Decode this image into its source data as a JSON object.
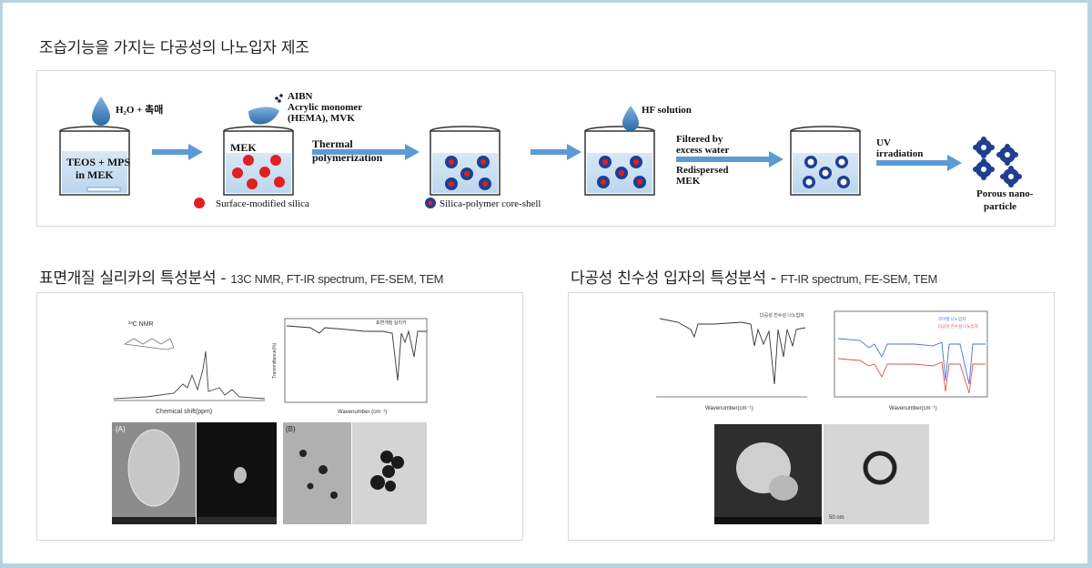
{
  "title": "조습기능을 가지는 다공성의 나노입자 제조",
  "process": {
    "step1_top": "H₂O + 촉매",
    "step1_label": "TEOS + MPS in MEK",
    "step1_label_a": "TEOS + MPS",
    "step1_label_b": "in MEK",
    "step2_top_1": "AIBN",
    "step2_top_2": "Acrylic monomer",
    "step2_top_3": "(HEMA), MVK",
    "step2_label": "MEK",
    "arrow2_label_1": "Thermal",
    "arrow2_label_2": "polymerization",
    "step4_top": "HF solution",
    "arrow4_label_1": "Filtered by",
    "arrow4_label_2": "excess water",
    "arrow4_label_3": "Redispersed",
    "arrow4_label_4": "MEK",
    "arrow5_label_1": "UV",
    "arrow5_label_2": "irradiation",
    "final_label_1": "Porous nano-",
    "final_label_2": "particle",
    "legend_1": "Surface-modified silica",
    "legend_2": "Silica-polymer  core-shell",
    "colors": {
      "water": "#4f8fc6",
      "arrow": "#5a9bd5",
      "silica": "#e02020",
      "core": "#1f3f8f"
    }
  },
  "section_left": {
    "heading": "표면개질 실리카의 특성분석 - ",
    "heading_sub": "13C NMR, FT-IR spectrum, FE-SEM, TEM",
    "nmr_title": "¹³C NMR",
    "nmr_xlabel": "Chemical shift(ppm)",
    "ir_legend": "표면개질 실리카",
    "ir_xlabel": "Wavenumber (cm⁻¹)",
    "ir_ylabel": "Transmittance(%)",
    "panel_a_label": "(A)",
    "panel_b_label": "(B)"
  },
  "section_right": {
    "heading": "다공성 친수성 입자의 특성분석 - ",
    "heading_sub": "FT-IR spectrum, FE-SEM, TEM",
    "ir1_legend": "다공성 친수성 나노입자",
    "ir1_xlabel": "Wavenumber(cm⁻¹)",
    "ir2_legend_1": "코어쉘 나노입자",
    "ir2_legend_2": "다공성 친수성 나노입자",
    "ir2_xlabel": "Wavenumber(cm⁻¹)",
    "tem_scale": "50 nm"
  }
}
